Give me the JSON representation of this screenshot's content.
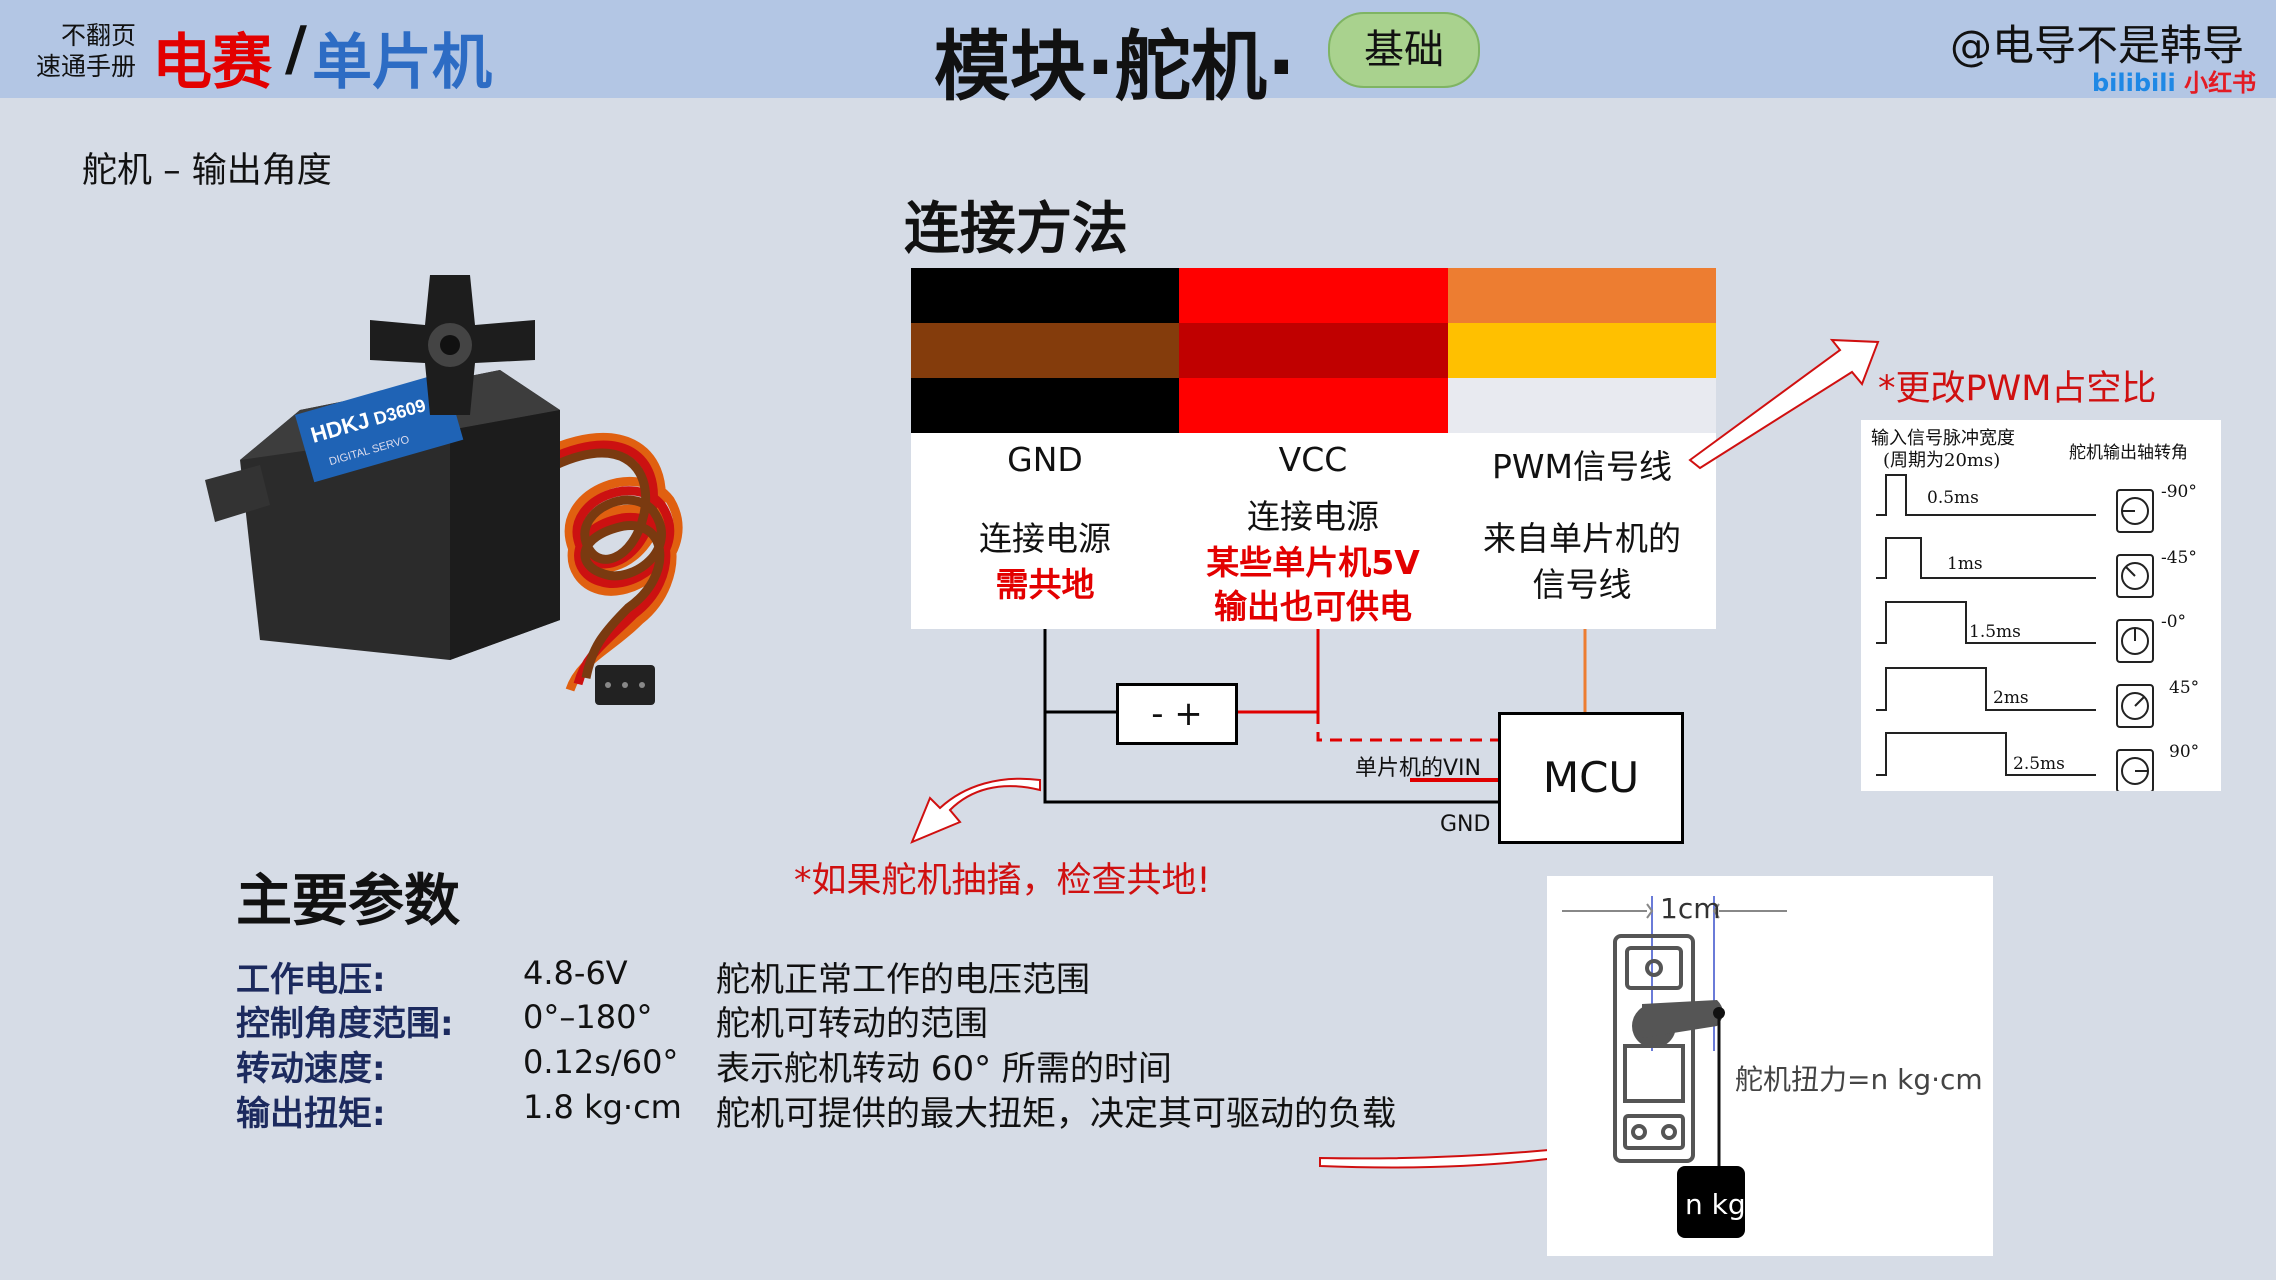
{
  "header": {
    "brand_small_line1": "不翻页",
    "brand_small_line2": "速通手册",
    "brand_red": "电赛",
    "brand_slash": "/",
    "brand_blue": "单片机",
    "title": "模块·舵机·",
    "pill": "基础",
    "author": "@电导不是韩导",
    "author_sub_blue": "bilibili",
    "author_sub_red": "小红书"
  },
  "section_title": "舵机 – 输出角度",
  "connection": {
    "title": "连接方法",
    "wires": [
      {
        "name": "GND",
        "desc1": "连接电源",
        "desc2_red": "需共地",
        "desc3_red": ""
      },
      {
        "name": "VCC",
        "desc1": "连接电源",
        "desc2_red": "某些单片机5V",
        "desc3_red": "输出也可供电"
      },
      {
        "name": "PWM信号线",
        "desc1": "来自单片机的",
        "desc2": "信号线"
      }
    ],
    "colors": {
      "gnd": [
        "#000000",
        "#843c0c",
        "#000000"
      ],
      "vcc": [
        "#ff0000",
        "#c00000",
        "#ff0000"
      ],
      "pwm": [
        "#ed7d31",
        "#ffc000",
        "#e8eaf0"
      ]
    },
    "battery_label": "-  +",
    "mcu_label": "MCU",
    "vin_label": "单片机的VIN",
    "gnd_label": "GND",
    "note_pwm": "*更改PWM占空比",
    "note_ground": "*如果舵机抽搐，检查共地!"
  },
  "pwm_chart": {
    "header_left_line1": "输入信号脉冲宽度",
    "header_left_line2": "(周期为20ms)",
    "header_right": "舵机输出轴转角",
    "rows": [
      {
        "pulse": "0.5ms",
        "angle": "-90°"
      },
      {
        "pulse": "1ms",
        "angle": "-45°"
      },
      {
        "pulse": "1.5ms",
        "angle": "-0°"
      },
      {
        "pulse": "2ms",
        "angle": "45°"
      },
      {
        "pulse": "2.5ms",
        "angle": "90°"
      }
    ]
  },
  "torque": {
    "dim_label": "1cm",
    "formula": "舵机扭力=n kg·cm",
    "weight": "n kg"
  },
  "params": {
    "title": "主要参数",
    "rows": [
      {
        "label": "工作电压:",
        "value": "4.8-6V",
        "desc": "舵机正常工作的电压范围"
      },
      {
        "label": "控制角度范围:",
        "value": "0°–180°",
        "desc": "舵机可转动的范围"
      },
      {
        "label": "转动速度:",
        "value": "0.12s/60°",
        "desc": "表示舵机转动 60° 所需的时间"
      },
      {
        "label": "输出扭矩:",
        "value": "1.8 kg·cm",
        "desc": "舵机可提供的最大扭矩，决定其可驱动的负载"
      }
    ]
  },
  "servo_photo": {
    "brand": "HDKJ",
    "model": "D3609",
    "sub": "DIGITAL SERVO"
  }
}
